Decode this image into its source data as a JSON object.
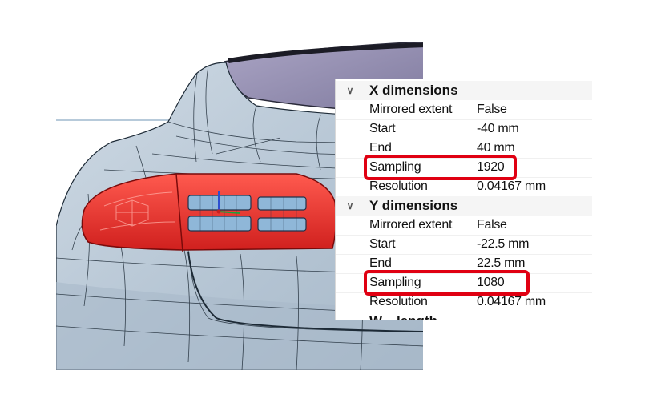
{
  "panel": {
    "x_section": {
      "title": "X dimensions",
      "rows": [
        {
          "key": "Mirrored extent",
          "value": "False"
        },
        {
          "key": "Start",
          "value": "-40 mm"
        },
        {
          "key": "End",
          "value": "40 mm"
        },
        {
          "key": "Sampling",
          "value": "1920"
        },
        {
          "key": "Resolution",
          "value": "0.04167 mm"
        }
      ]
    },
    "y_section": {
      "title": "Y dimensions",
      "rows": [
        {
          "key": "Mirrored extent",
          "value": "False"
        },
        {
          "key": "Start",
          "value": "-22.5 mm"
        },
        {
          "key": "End",
          "value": "22.5 mm"
        },
        {
          "key": "Sampling",
          "value": "1080"
        },
        {
          "key": "Resolution",
          "value": "0.04167 mm"
        }
      ]
    },
    "next_section": {
      "title": "W... length"
    }
  },
  "colors": {
    "highlight": "#e00012",
    "body_panel": "#b7c6d4",
    "taillight": "#e8302e",
    "window": "#8b86a8"
  },
  "icons": {
    "expanded": "chevron-down-icon"
  }
}
